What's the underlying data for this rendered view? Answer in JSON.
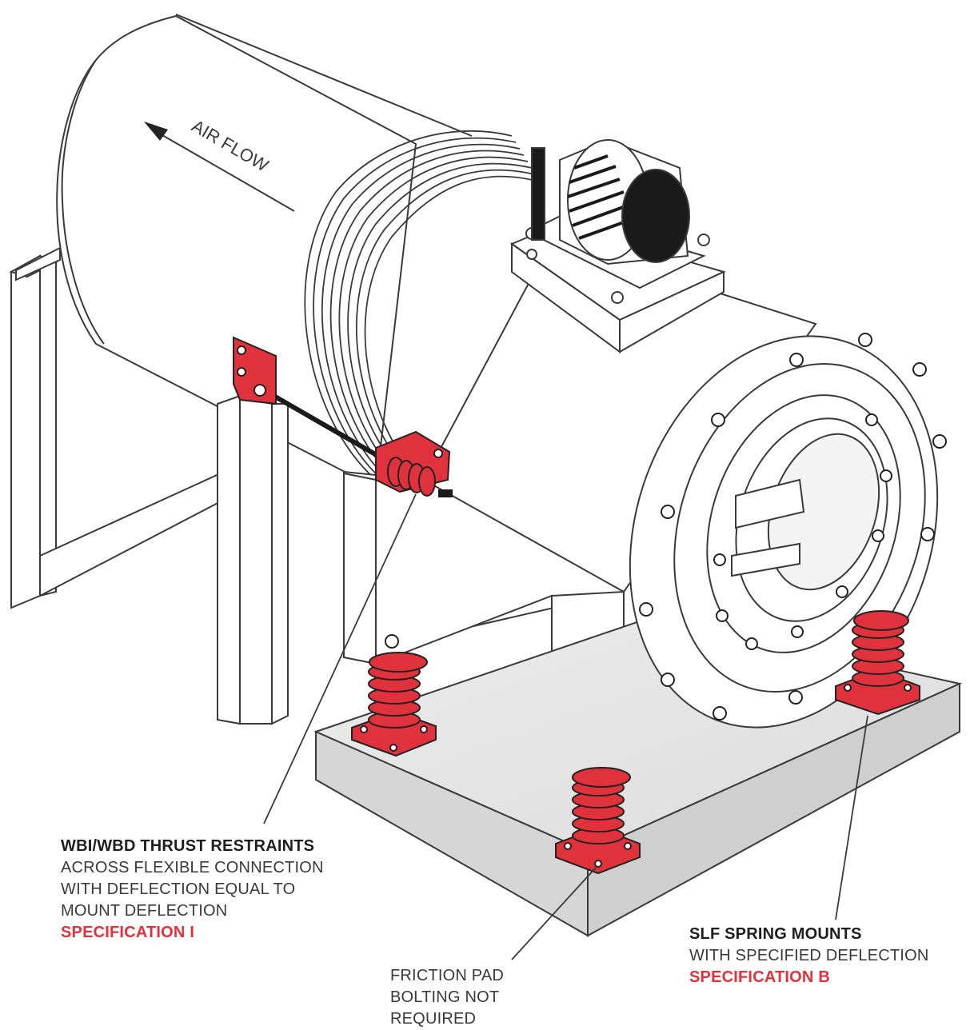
{
  "diagram": {
    "airflow_label": "AIR FLOW",
    "callouts": {
      "thrust": {
        "title": "WBI/WBD THRUST RESTRAINTS",
        "lines": [
          "ACROSS FLEXIBLE CONNECTION",
          "WITH DEFLECTION EQUAL TO",
          "MOUNT DEFLECTION"
        ],
        "spec": "SPECIFICATION I"
      },
      "friction": {
        "lines": [
          "FRICTION PAD",
          "BOLTING NOT",
          "REQUIRED"
        ]
      },
      "slf": {
        "title": "SLF SPRING MOUNTS",
        "lines": [
          "WITH SPECIFIED DEFLECTION"
        ],
        "spec": "SPECIFICATION B"
      }
    },
    "colors": {
      "accent_red": "#e0323c",
      "line": "#3a3a3a",
      "base_fill": "#e4e4e4",
      "motor_dark": "#1a1a1a"
    }
  }
}
